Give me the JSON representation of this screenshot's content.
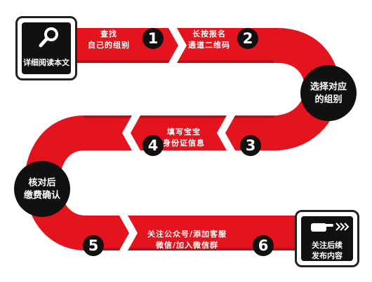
{
  "start_card": {
    "icon": "magnifier-icon",
    "text": "详细阅读本文"
  },
  "end_card": {
    "icon": "pointing-hand-icon",
    "lines": [
      "关注后续",
      "发布内容"
    ]
  },
  "steps": [
    {
      "number": "1",
      "lines": [
        "查找",
        "自己的组别"
      ]
    },
    {
      "number": "2",
      "lines": [
        "长按报名",
        "通道二维码"
      ]
    },
    {
      "number": "3",
      "lines": []
    },
    {
      "number": "4",
      "lines": [
        "填写宝宝",
        "身份证信息"
      ]
    },
    {
      "number": "5",
      "lines": []
    },
    {
      "number": "6",
      "lines": [
        "关注公众号/添加客服",
        "微信/加入微信群"
      ]
    }
  ],
  "turn_nodes": [
    {
      "lines": [
        "选择对应",
        "的组别"
      ]
    },
    {
      "lines": [
        "核对后",
        "缴费确认"
      ]
    }
  ],
  "colors": {
    "ribbon": "#e3141d",
    "ribbon_dark": "#b50d14",
    "node": "#111111",
    "text": "#ffffff"
  }
}
